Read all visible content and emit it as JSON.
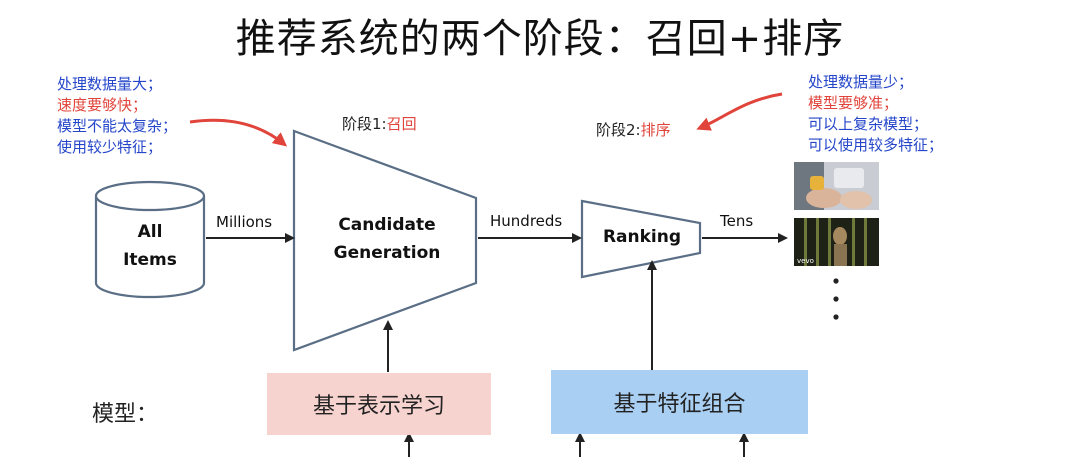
{
  "title": "推荐系统的两个阶段：召回+排序",
  "left_note": {
    "lines": [
      {
        "text": "处理数据量大；",
        "color": "blue"
      },
      {
        "text": "速度要够快；",
        "color": "red"
      },
      {
        "text": "模型不能太复杂；",
        "color": "blue"
      },
      {
        "text": "使用较少特征；",
        "color": "blue"
      }
    ]
  },
  "right_note": {
    "lines": [
      {
        "text": "处理数据量少；",
        "color": "blue"
      },
      {
        "text": "模型要够准；",
        "color": "red"
      },
      {
        "text": "可以上复杂模型；",
        "color": "blue"
      },
      {
        "text": "可以使用较多特征；",
        "color": "blue"
      }
    ]
  },
  "stage1": {
    "prefix": "阶段1:",
    "name": "召回"
  },
  "stage2": {
    "prefix": "阶段2:",
    "name": "排序"
  },
  "all_items": {
    "line1": "All",
    "line2": "Items"
  },
  "candidate": {
    "line1": "Candidate",
    "line2": "Generation"
  },
  "ranking": "Ranking",
  "flow": {
    "millions": "Millions",
    "hundreds": "Hundreds",
    "tens": "Tens"
  },
  "thumb2_text": "vevo",
  "model_label": "模型：",
  "model_boxes": {
    "left": "基于表示学习",
    "right": "基于特征组合"
  },
  "colors": {
    "blue_text": "#2546c9",
    "red_text": "#e0443a",
    "left_box": "#f7d3cf",
    "right_box": "#a9cff3",
    "shape_stroke": "#5a6e86"
  }
}
